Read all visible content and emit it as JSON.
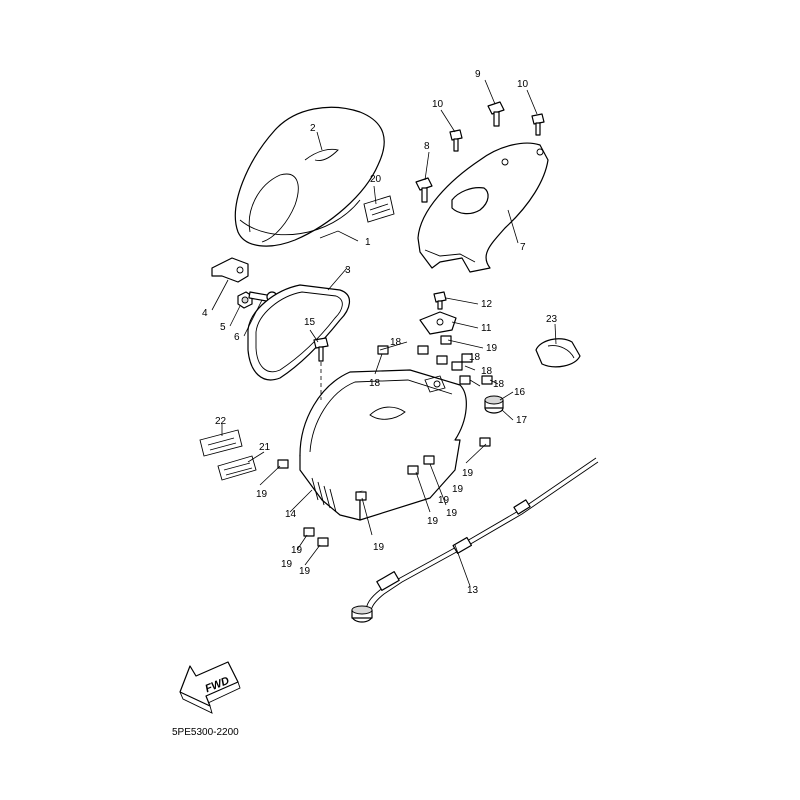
{
  "diagram": {
    "callouts": [
      "1",
      "2",
      "3",
      "4",
      "5",
      "6",
      "7",
      "8",
      "9",
      "10",
      "10",
      "11",
      "12",
      "13",
      "14",
      "15",
      "16",
      "17",
      "18",
      "18",
      "18",
      "18",
      "18",
      "19",
      "19",
      "19",
      "19",
      "19",
      "19",
      "19",
      "19",
      "19",
      "19",
      "19",
      "20",
      "21",
      "22",
      "23"
    ],
    "fwd_label": "FWD",
    "reference_code": "5PE5300-2200"
  }
}
